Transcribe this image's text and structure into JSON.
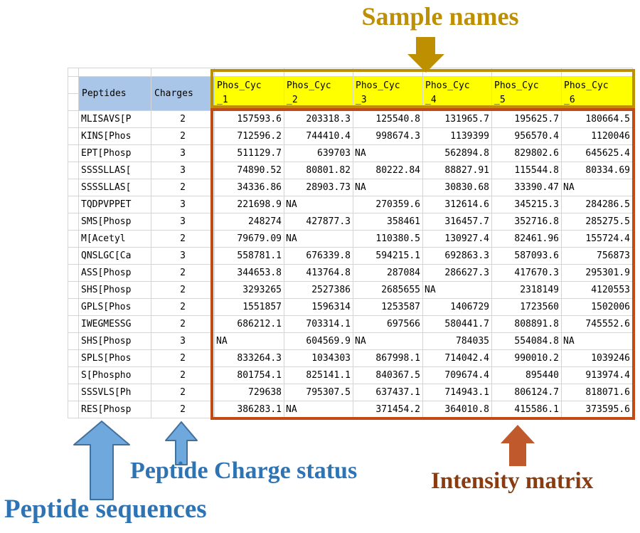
{
  "annotations": {
    "sample_names": "Sample names",
    "peptide_sequences": "Peptide sequences",
    "peptide_charge_status": "Peptide Charge status",
    "intensity_matrix": "Intensity matrix"
  },
  "colors": {
    "gold": "#be8f00",
    "blue_text": "#2e74b5",
    "blue_arrow_fill": "#6fa8dc",
    "blue_arrow_stroke": "#41719c",
    "orange_arrow": "#c0592b",
    "brown_text": "#8a3b10",
    "header_blue_bg": "#a9c6e8",
    "header_yellow_bg": "#ffff00",
    "yellow_box_border": "#be8f00",
    "matrix_border": "#c14b14"
  },
  "table": {
    "peptides_header": "Peptides",
    "charges_header": "Charges",
    "sample_headers": [
      {
        "top": "Phos_Cyc",
        "bottom": "_1"
      },
      {
        "top": "Phos_Cyc",
        "bottom": "_2"
      },
      {
        "top": "Phos_Cyc",
        "bottom": "_3"
      },
      {
        "top": "Phos_Cyc",
        "bottom": "_4"
      },
      {
        "top": "Phos_Cyc",
        "bottom": "_5"
      },
      {
        "top": "Phos_Cyc",
        "bottom": "_6"
      }
    ],
    "rows": [
      {
        "peptide": "MLISAVS[P",
        "charge": "2",
        "values": [
          "157593.6",
          "203318.3",
          "125540.8",
          "131965.7",
          "195625.7",
          "180664.5"
        ]
      },
      {
        "peptide": "KINS[Phos",
        "charge": "2",
        "values": [
          "712596.2",
          "744410.4",
          "998674.3",
          "1139399",
          "956570.4",
          "1120046"
        ]
      },
      {
        "peptide": "EPT[Phosp",
        "charge": "3",
        "values": [
          "511129.7",
          "639703",
          "NA",
          "562894.8",
          "829802.6",
          "645625.4"
        ]
      },
      {
        "peptide": "SSSSLLAS[",
        "charge": "3",
        "values": [
          "74890.52",
          "80801.82",
          "80222.84",
          "88827.91",
          "115544.8",
          "80334.69"
        ]
      },
      {
        "peptide": "SSSSLLAS[",
        "charge": "2",
        "values": [
          "34336.86",
          "28903.73",
          "NA",
          "30830.68",
          "33390.47",
          "NA"
        ]
      },
      {
        "peptide": "TQDPVPPET",
        "charge": "3",
        "values": [
          "221698.9",
          "NA",
          "270359.6",
          "312614.6",
          "345215.3",
          "284286.5"
        ]
      },
      {
        "peptide": "SMS[Phosp",
        "charge": "3",
        "values": [
          "248274",
          "427877.3",
          "358461",
          "316457.7",
          "352716.8",
          "285275.5"
        ]
      },
      {
        "peptide": "M[Acetyl",
        "charge": "2",
        "values": [
          "79679.09",
          "NA",
          "110380.5",
          "130927.4",
          "82461.96",
          "155724.4"
        ]
      },
      {
        "peptide": "QNSLGC[Ca",
        "charge": "3",
        "values": [
          "558781.1",
          "676339.8",
          "594215.1",
          "692863.3",
          "587093.6",
          "756873"
        ]
      },
      {
        "peptide": "ASS[Phosp",
        "charge": "2",
        "values": [
          "344653.8",
          "413764.8",
          "287084",
          "286627.3",
          "417670.3",
          "295301.9"
        ]
      },
      {
        "peptide": "SHS[Phosp",
        "charge": "2",
        "values": [
          "3293265",
          "2527386",
          "2685655",
          "NA",
          "2318149",
          "4120553"
        ]
      },
      {
        "peptide": "GPLS[Phos",
        "charge": "2",
        "values": [
          "1551857",
          "1596314",
          "1253587",
          "1406729",
          "1723560",
          "1502006"
        ]
      },
      {
        "peptide": "IWEGMESSG",
        "charge": "2",
        "values": [
          "686212.1",
          "703314.1",
          "697566",
          "580441.7",
          "808891.8",
          "745552.6"
        ]
      },
      {
        "peptide": "SHS[Phosp",
        "charge": "3",
        "values": [
          "NA",
          "604569.9",
          "NA",
          "784035",
          "554084.8",
          "NA"
        ]
      },
      {
        "peptide": "SPLS[Phos",
        "charge": "2",
        "values": [
          "833264.3",
          "1034303",
          "867998.1",
          "714042.4",
          "990010.2",
          "1039246"
        ]
      },
      {
        "peptide": "S[Phospho",
        "charge": "2",
        "values": [
          "801754.1",
          "825141.1",
          "840367.5",
          "709674.4",
          "895440",
          "913974.4"
        ]
      },
      {
        "peptide": "SSSVLS[Ph",
        "charge": "2",
        "values": [
          "729638",
          "795307.5",
          "637437.1",
          "714943.1",
          "806124.7",
          "818071.6"
        ]
      },
      {
        "peptide": "RES[Phosp",
        "charge": "2",
        "values": [
          "386283.1",
          "NA",
          "371454.2",
          "364010.8",
          "415586.1",
          "373595.6"
        ]
      }
    ]
  }
}
